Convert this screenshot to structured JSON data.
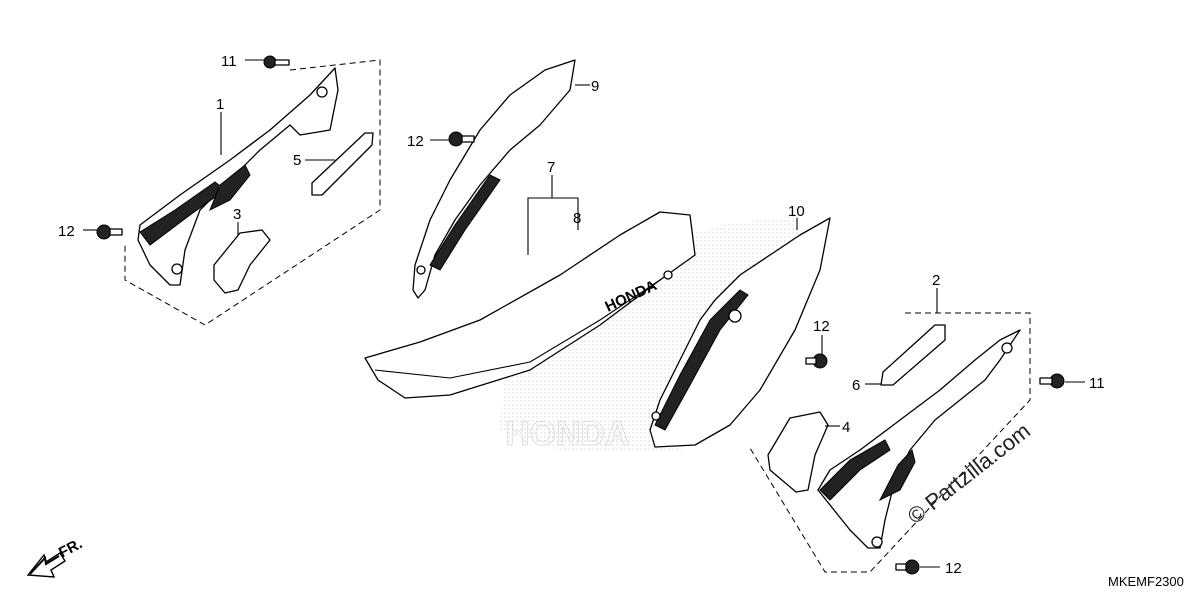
{
  "callouts": {
    "c1": "1",
    "c2": "2",
    "c3": "3",
    "c4": "4",
    "c5": "5",
    "c6": "6",
    "c7": "7",
    "c8": "8",
    "c9": "9",
    "c10": "10",
    "c11a": "11",
    "c11b": "11",
    "c12a": "12",
    "c12b": "12",
    "c12c": "12",
    "c12d": "12"
  },
  "seat_logo": "HONDA",
  "ghost_logo": "HONDA",
  "direction_label": "FR.",
  "watermark": "© Partzilla.com",
  "diagram_code": "MKEMF2300"
}
